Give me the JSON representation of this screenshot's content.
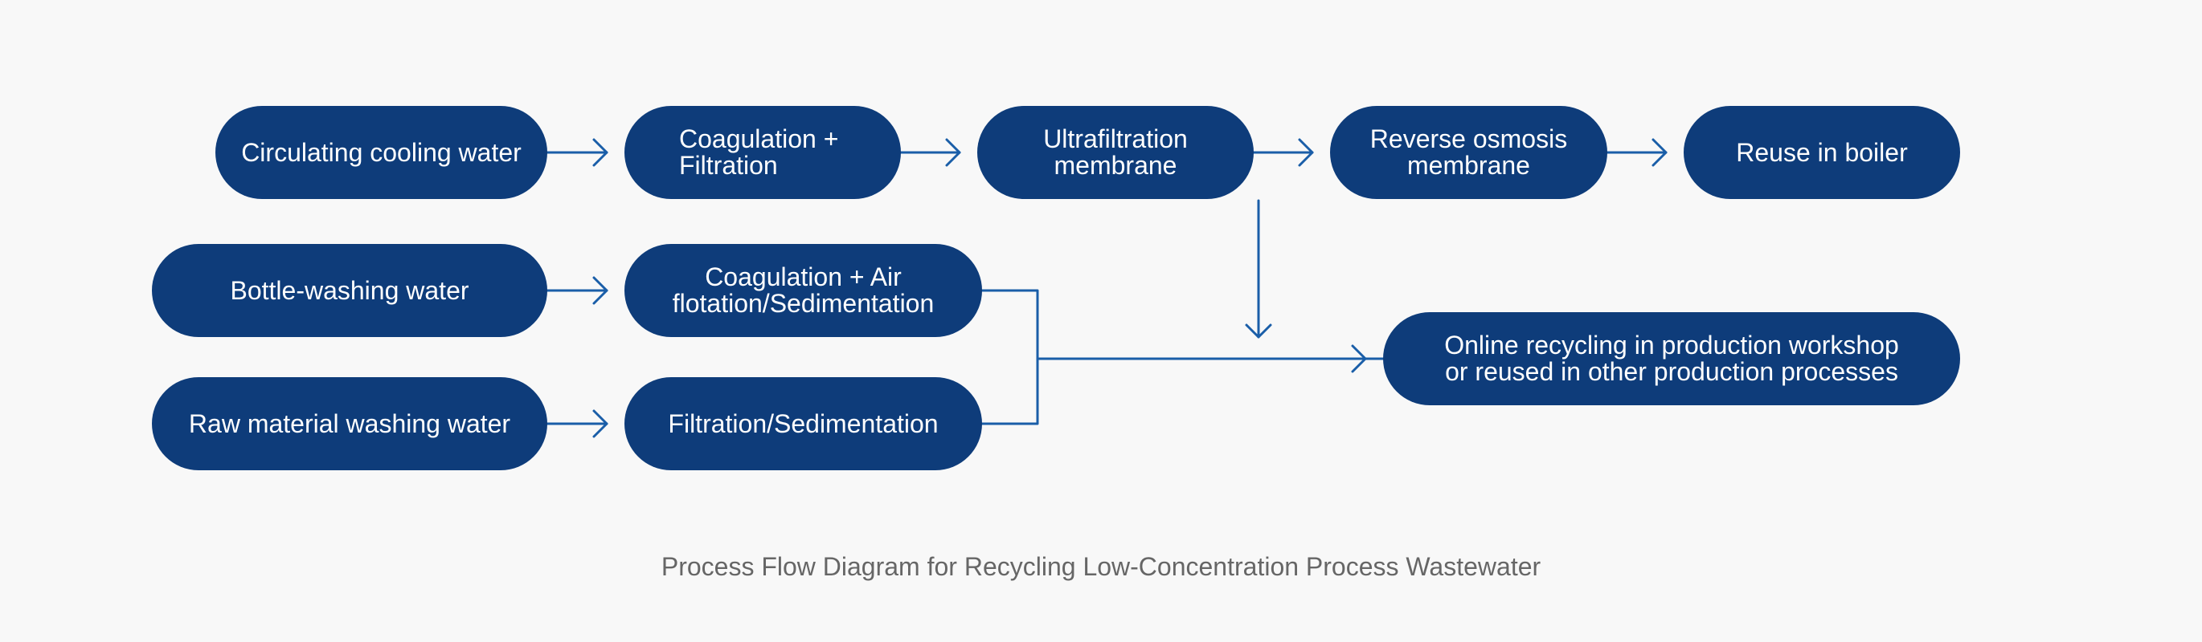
{
  "colors": {
    "node_fill": "#0e3c7a",
    "node_text": "#ffffff",
    "connector": "#1a5ea8",
    "caption_text": "#666666",
    "background": "#f8f8f8"
  },
  "nodes": {
    "circulating": "Circulating cooling water",
    "coag_filtration": "Coagulation +\nFiltration",
    "ultrafiltration": "Ultrafiltration\nmembrane",
    "reverse_osmosis": "Reverse osmosis\nmembrane",
    "reuse_boiler": "Reuse in boiler",
    "bottle_washing": "Bottle-washing water",
    "coag_air": "Coagulation + Air\nflotation/Sedimentation",
    "raw_material": "Raw material washing water",
    "filtration_sed": "Filtration/Sedimentation",
    "online_recycling": "Online recycling in production workshop\nor reused in other production processes"
  },
  "caption": "Process Flow Diagram for Recycling Low-Concentration Process Wastewater"
}
